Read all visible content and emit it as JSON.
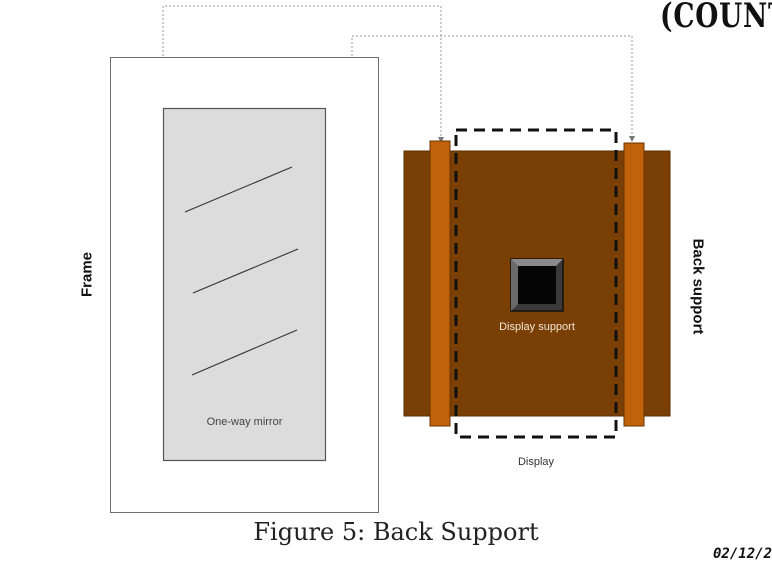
{
  "header": {
    "corner_text": "(COUNT"
  },
  "diagram": {
    "frame_label": "Frame",
    "mirror_label": "One-way mirror",
    "back_support_label": "Back support",
    "display_support_label": "Display support",
    "display_label": "Display"
  },
  "caption": "Figure 5: Back Support",
  "footer": {
    "date_stamp": "02/12/2"
  },
  "colors": {
    "back_support": "#7a3f04",
    "strips": "#c0620a",
    "mirror": "#dcdcdc",
    "display_support": "#111111",
    "dashed_display": "#111111"
  }
}
